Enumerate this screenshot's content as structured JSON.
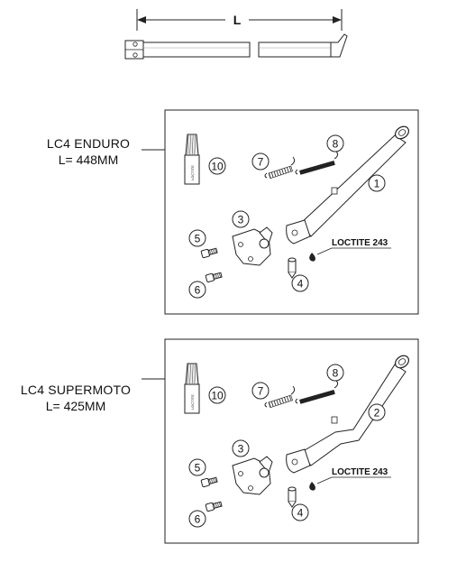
{
  "dimension": {
    "label": "L"
  },
  "panels": [
    {
      "model": "LC4 ENDURO",
      "length": "L= 448MM",
      "stand_part": "1",
      "parts": [
        {
          "number": "10",
          "icon": "cartridge-icon",
          "cartridge_text": "LOCTITE"
        },
        {
          "number": "7",
          "icon": "spring-short-icon"
        },
        {
          "number": "8",
          "icon": "spring-long-icon"
        },
        {
          "number": "1",
          "icon": "side-stand-straight-icon"
        },
        {
          "number": "3",
          "icon": "bracket-icon"
        },
        {
          "number": "5",
          "icon": "bolt-icon"
        },
        {
          "number": "6",
          "icon": "bolt-icon"
        },
        {
          "number": "4",
          "icon": "pin-icon"
        }
      ],
      "adhesive": "LOCTITE 243"
    },
    {
      "model": "LC4 SUPERMOTO",
      "length": "L= 425MM",
      "stand_part": "2",
      "parts": [
        {
          "number": "10",
          "icon": "cartridge-icon",
          "cartridge_text": "LOCTITE"
        },
        {
          "number": "7",
          "icon": "spring-short-icon"
        },
        {
          "number": "8",
          "icon": "spring-long-icon"
        },
        {
          "number": "2",
          "icon": "side-stand-bent-icon"
        },
        {
          "number": "3",
          "icon": "bracket-icon"
        },
        {
          "number": "5",
          "icon": "bolt-icon"
        },
        {
          "number": "6",
          "icon": "bolt-icon"
        },
        {
          "number": "4",
          "icon": "pin-icon"
        }
      ],
      "adhesive": "LOCTITE 243"
    }
  ]
}
